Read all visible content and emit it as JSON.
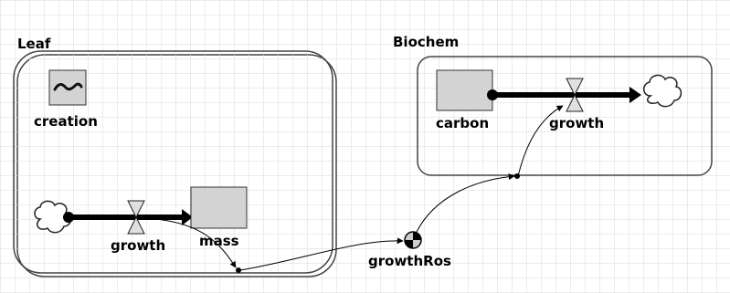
{
  "diagram": {
    "modules": [
      {
        "id": "leaf",
        "label": "Leaf"
      },
      {
        "id": "biochem",
        "label": "Biochem"
      }
    ],
    "stocks": [
      {
        "id": "creation",
        "label": "creation",
        "kind": "submodel"
      },
      {
        "id": "mass",
        "label": "mass",
        "kind": "stock"
      },
      {
        "id": "carbon",
        "label": "carbon",
        "kind": "stock"
      }
    ],
    "flows": [
      {
        "id": "leaf-growth",
        "label": "growth",
        "from": "cloud",
        "to": "mass"
      },
      {
        "id": "biochem-growth",
        "label": "growth",
        "from": "carbon",
        "to": "cloud"
      }
    ],
    "variables": [
      {
        "id": "growthRos",
        "label": "growthRos",
        "kind": "connector"
      }
    ],
    "colors": {
      "stock_fill": "#d3d3d3",
      "grid_line": "#d8d8d8",
      "flow_pipe": "#000000",
      "module_border": "#555555"
    }
  }
}
